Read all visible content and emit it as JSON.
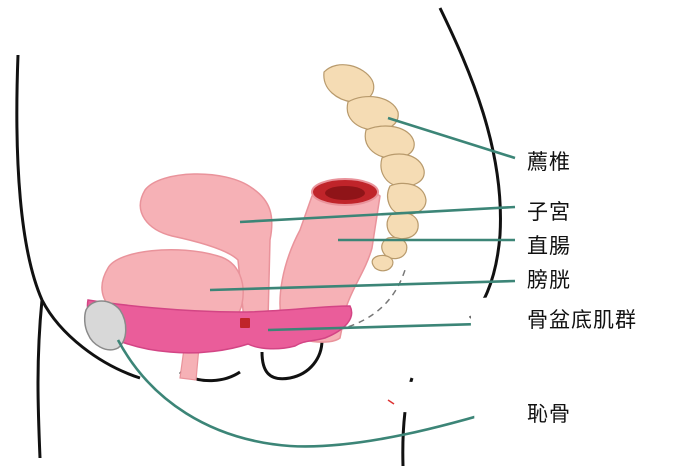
{
  "labels": {
    "sacrum": "薦椎",
    "uterus": "子宮",
    "rectum": "直腸",
    "bladder": "膀胱",
    "pelvic_floor": "骨盆底肌群",
    "pubis": "恥骨"
  },
  "colors": {
    "outline": "#111111",
    "leader_line": "#3c8577",
    "organ_pink": "#f6b1b6",
    "pelvic_floor_magenta": "#ea5d9a",
    "bone": "#f5dcb4",
    "rectum_lumen": "#c0242a",
    "pubic_bone": "#d8d8d8"
  }
}
